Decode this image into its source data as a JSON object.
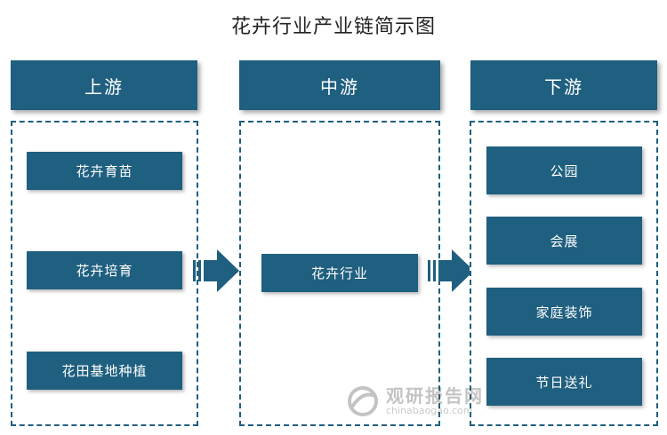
{
  "title": "花卉行业产业链简示图",
  "columns": [
    {
      "header": "上游",
      "items": [
        "花卉育苗",
        "花卉培育",
        "花田基地种植"
      ]
    },
    {
      "header": "中游",
      "items": [
        "花卉行业"
      ]
    },
    {
      "header": "下游",
      "items": [
        "公园",
        "会展",
        "家庭装饰",
        "节日送礼"
      ]
    }
  ],
  "watermark": {
    "cn": "观研报告网",
    "en": "chinabaogao.com"
  },
  "colors": {
    "primary": "#1f5f7f",
    "background": "#ffffff"
  },
  "icons": [
    "arrow-right-icon",
    "logo-icon"
  ]
}
